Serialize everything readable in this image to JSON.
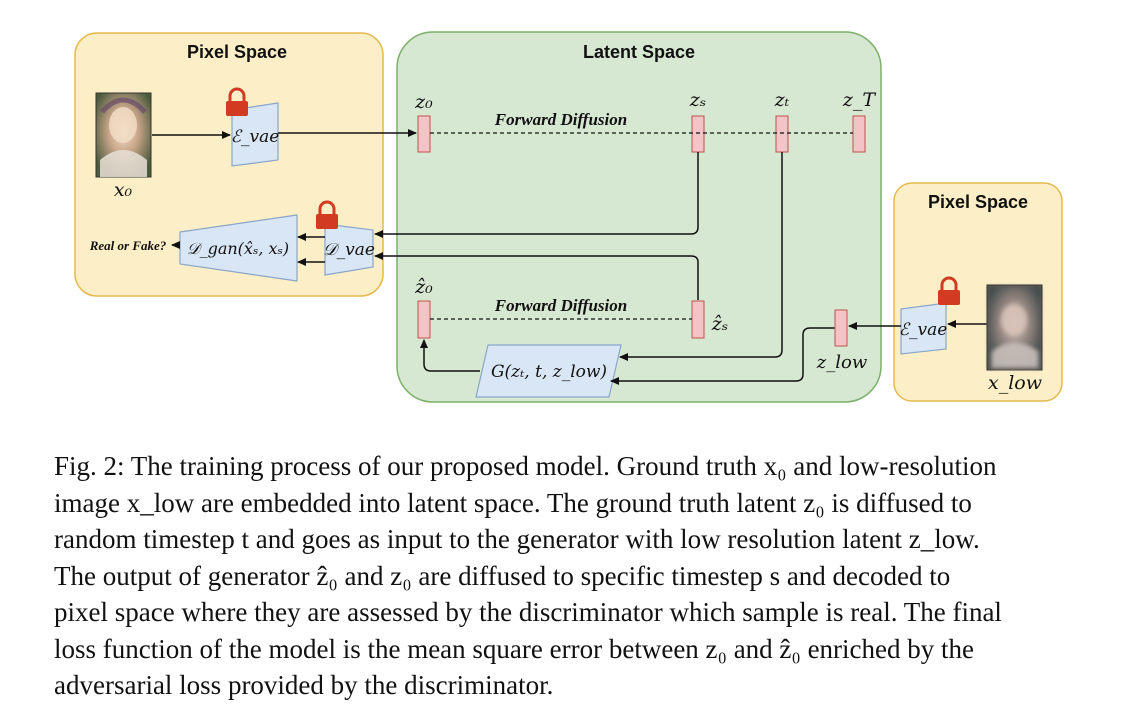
{
  "pixel_space_left": {
    "title": "Pixel Space",
    "input_label": "x₀"
  },
  "latent_space": {
    "title": "Latent Space",
    "top_row": {
      "z0": "z₀",
      "zs": "zₛ",
      "zt": "zₜ",
      "zT": "z_T",
      "forward_label": "Forward Diffusion"
    },
    "bottom_row": {
      "z0_hat": "ẑ₀",
      "zs_hat": "ẑₛ",
      "forward_label": "Forward Diffusion"
    },
    "generator": "G(zₜ, t, z_low)",
    "z_low": "z_low"
  },
  "pixel_space_right": {
    "title": "Pixel Space",
    "input_label": "x_low"
  },
  "encoders": {
    "left": "ℰ_vae",
    "right": "ℰ_vae"
  },
  "decoder": "𝒟_vae",
  "discriminator": "𝒟_gan(x̂ₛ, xₛ)",
  "real_or_fake": "Real or Fake?",
  "colors": {
    "pixel_bg": "#fcefc7",
    "pixel_border": "#e6b94e",
    "latent_bg": "#d7e8d2",
    "latent_border": "#7cb06a",
    "block_fill": "#d9e6f5",
    "block_border": "#8aa6c8",
    "latent_bar": "#f2c4c6",
    "latent_bar_border": "#c0504d",
    "lock": "#d23b22"
  },
  "caption": [
    "Fig. 2: The training process of our proposed model. Ground truth x₀ and low-resolution",
    "image x_low are embedded into latent space. The ground truth latent z₀ is diffused to",
    "random timestep t and goes as input to the generator with low resolution latent z_low.",
    "The output of generator ẑ₀ and z₀ are diffused to specific timestep s and decoded to",
    "pixel space where they are assessed by the discriminator which sample is real. The final",
    "loss function of the model is the mean square error between z₀ and ẑ₀ enriched by the",
    "adversarial loss provided by the discriminator."
  ]
}
